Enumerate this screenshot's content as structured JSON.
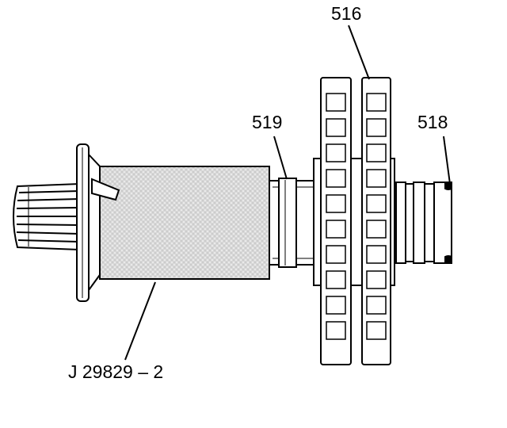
{
  "callouts": {
    "gear_pair": "516",
    "snap_ring": "519",
    "shaft_end": "518",
    "tool": "J 29829 – 2"
  }
}
